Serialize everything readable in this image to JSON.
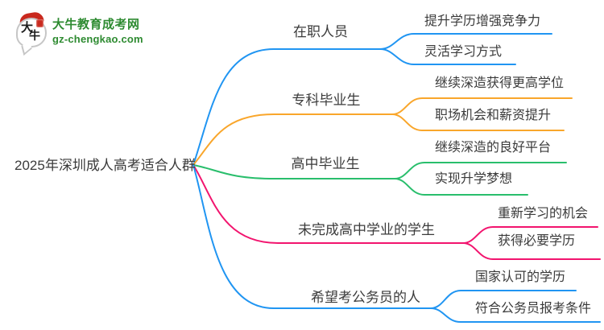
{
  "logo": {
    "title": "大牛教育成考网",
    "domain": "gz-chengkao.com",
    "icon_chars": [
      "大",
      "牛"
    ],
    "green": "#2e8b31",
    "red": "#c9291e"
  },
  "colors": {
    "blue": "#2095f2",
    "orange": "#f9a62b",
    "green": "#29be6c",
    "pink": "#f2146e",
    "text": "#3b3b3b"
  },
  "root": {
    "label": "2025年深圳成人高考适合人群"
  },
  "branches": [
    {
      "label": "在职人员",
      "color": "#2095f2",
      "children": [
        "提升学历增强竞争力",
        "灵活学习方式"
      ]
    },
    {
      "label": "专科毕业生",
      "color": "#f9a62b",
      "children": [
        "继续深造获得更高学位",
        "职场机会和薪资提升"
      ]
    },
    {
      "label": "高中毕业生",
      "color": "#29be6c",
      "children": [
        "继续深造的良好平台",
        "实现升学梦想"
      ]
    },
    {
      "label": "未完成高中学业的学生",
      "color": "#f2146e",
      "children": [
        "重新学习的机会",
        "获得必要学历"
      ]
    },
    {
      "label": "希望考公务员的人",
      "color": "#2095f2",
      "children": [
        "国家认可的学历",
        "符合公务员报考条件"
      ]
    }
  ]
}
